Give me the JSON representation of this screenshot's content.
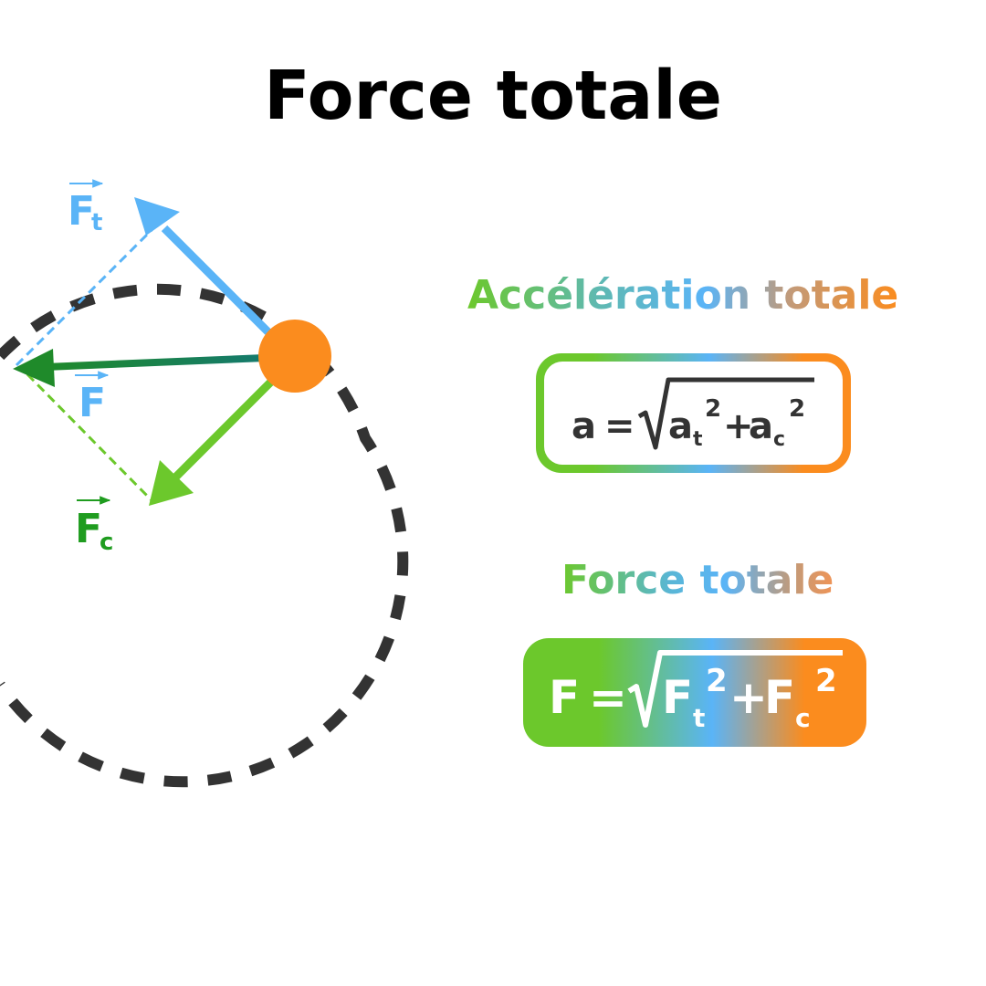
{
  "title": "Force totale",
  "diagram": {
    "labels": {
      "ft": "F",
      "ft_sub": "t",
      "f": "F",
      "fc": "F",
      "fc_sub": "c"
    },
    "colors": {
      "tangential": "#5ab4f7",
      "centripetal": "#6cc82c",
      "total": "#157a52",
      "label_total": "#5ab4f7",
      "label_centripetal": "#1f9c1f",
      "object": "#fb8c1e",
      "path": "#333333"
    }
  },
  "acceleration": {
    "title": "Accélération totale",
    "formula": {
      "lhs": "a",
      "eq": "=",
      "t1": "a",
      "t1_sub": "t",
      "t1_exp": "2",
      "plus": "+",
      "t2": "a",
      "t2_sub": "c",
      "t2_exp": "2"
    }
  },
  "force": {
    "title": "Force totale",
    "formula": {
      "lhs": "F",
      "eq": "=",
      "t1": "F",
      "t1_sub": "t",
      "t1_exp": "2",
      "plus": "+",
      "t2": "F",
      "t2_sub": "c",
      "t2_exp": "2"
    }
  }
}
